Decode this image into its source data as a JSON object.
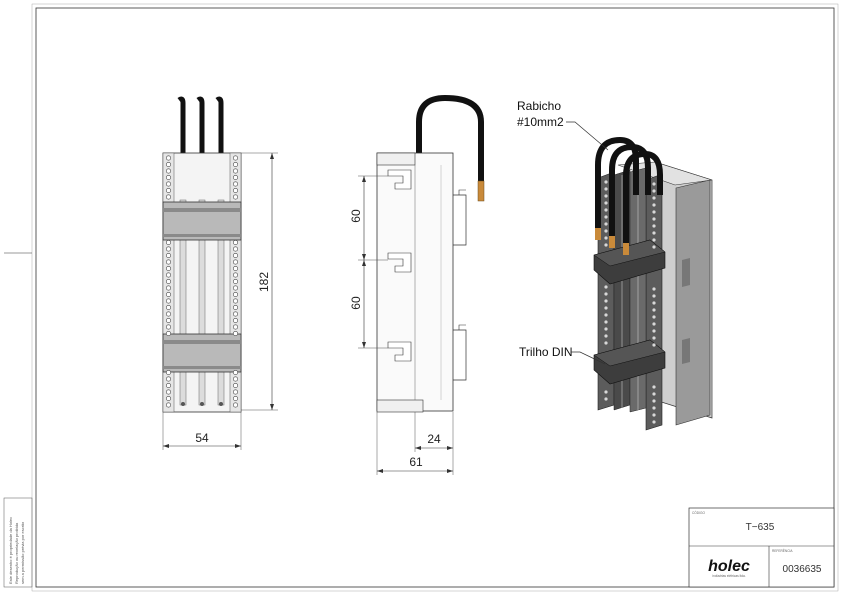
{
  "dimensions": {
    "front_width": "54",
    "front_height": "182",
    "side_spacing_top": "60",
    "side_spacing_bottom": "60",
    "side_depth_small": "24",
    "side_depth_total": "61"
  },
  "callouts": {
    "cable_line1": "Rabicho",
    "cable_line2": "#10mm2",
    "din_rail": "Trilho DIN"
  },
  "title_block": {
    "code_label": "CÓDIGO",
    "code_value": "T−635",
    "brand": "holec",
    "brand_tagline": "indústrias elétricas ltda.",
    "ref_label": "REFERÊNCIA",
    "ref_value": "0036635"
  },
  "side_note": {
    "line1": "Este desenho é propriedade da Holec",
    "line2": "Reprodução ou revelação proibida",
    "line3": "sem a permissão prévia por escrito"
  }
}
